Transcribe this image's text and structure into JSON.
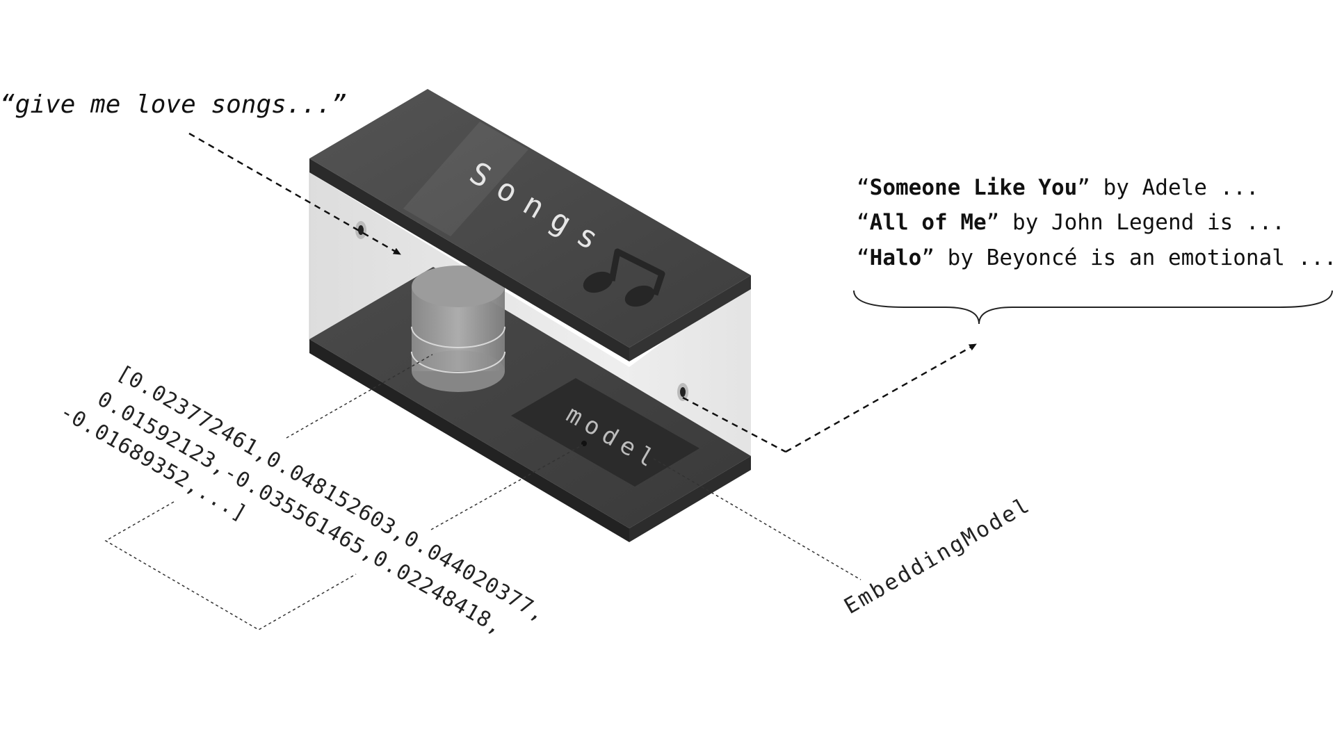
{
  "query": {
    "text": "“give me love songs...”"
  },
  "box": {
    "top_label": "Songs",
    "model_label": "model",
    "icon": "music-note-icon"
  },
  "results": [
    {
      "open": "“",
      "title": "Someone Like You",
      "close": "”",
      "rest": " by Adele ..."
    },
    {
      "open": "“",
      "title": "All of Me",
      "close": "”",
      "rest": " by John Legend is ..."
    },
    {
      "open": "“",
      "title": "Halo",
      "close": "”",
      "rest": " by Beyoncé is an emotional ..."
    }
  ],
  "vector": {
    "line1": "[0.023772461,0.048152603,0.044020377,",
    "line2": "0.01592123,-0.035561465,0.02248418,",
    "line3": "-0.01689352,...]"
  },
  "embedding_label": "EmbeddingModel"
}
